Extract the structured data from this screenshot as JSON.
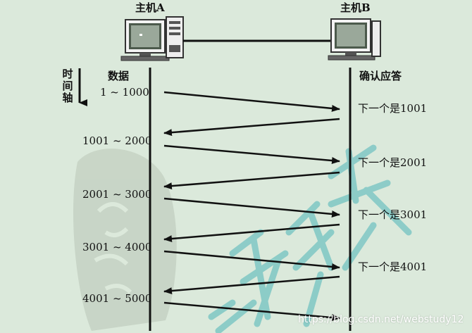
{
  "colors": {
    "background": "#dbe9db",
    "line": "#111111",
    "watermark": "#7fc7c4",
    "seal": "#b8c4b6"
  },
  "hosts": {
    "a_label": "主机A",
    "b_label": "主机B"
  },
  "time_axis_label": [
    "时",
    "间",
    "轴"
  ],
  "sender_header": "数据",
  "receiver_header": "确认应答",
  "data_segments": [
    "1 ~ 1000",
    "1001 ~ 2000",
    "2001 ~ 3000",
    "3001 ~ 4000",
    "4001 ~ 5000"
  ],
  "acks": [
    "下一个是1001",
    "下一个是2001",
    "下一个是3001",
    "下一个是4001"
  ],
  "watermark_text": "https://blog.csdn.net/webstudy12"
}
